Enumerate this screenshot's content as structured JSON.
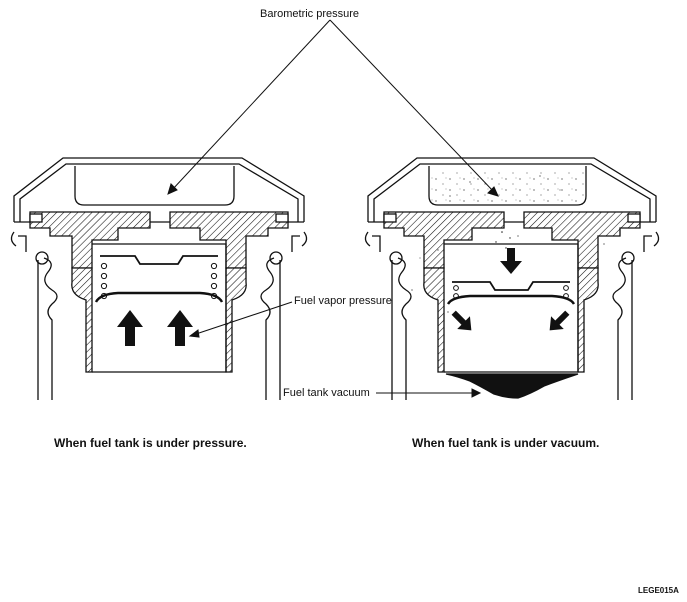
{
  "labels": {
    "barometric": "Barometric pressure",
    "vapor": "Fuel vapor pressure",
    "vacuum": "Fuel tank vacuum"
  },
  "captions": {
    "left": "When fuel tank is under pressure.",
    "right": "When fuel tank is under  vacuum."
  },
  "figure_code": "LEGE015A"
}
